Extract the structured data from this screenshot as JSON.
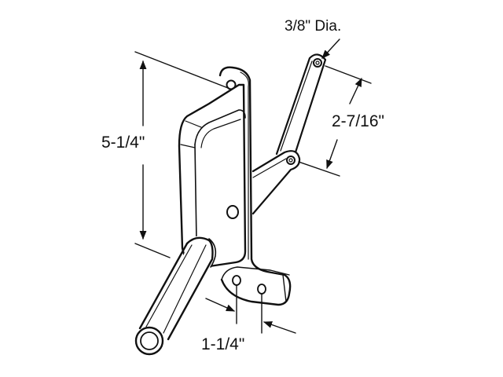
{
  "diagram": {
    "subject": "Casement window operator (crank handle with dual arm)",
    "parts": [
      "operator housing",
      "mounting flange",
      "crank handle",
      "main arm",
      "link arm",
      "base plate"
    ],
    "dimensions": {
      "hole_diameter": "3/8\" Dia.",
      "arm_hole_spacing": "2-7/16\"",
      "overall_height": "5-1/4\"",
      "base_hole_spacing": "1-1/4\""
    },
    "colors": {
      "line": "#111111",
      "background": "#ffffff"
    }
  }
}
